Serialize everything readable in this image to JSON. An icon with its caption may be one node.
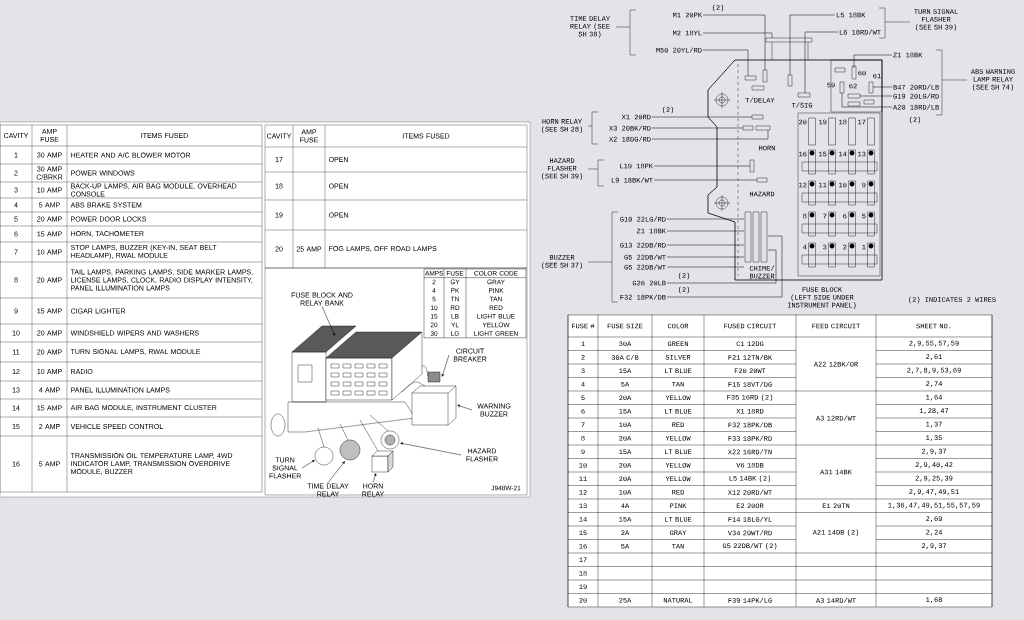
{
  "diagram": {
    "nodes": [
      {
        "text": [
          "FUSE BLOCK AND RELAY BANK"
        ]
      },
      {
        "text": [
          "CIRCUIT BREAKER"
        ]
      },
      {
        "text": [
          "WARNING BUZZER"
        ]
      },
      {
        "text": [
          "HAZARD FLASHER"
        ]
      },
      {
        "text": [
          "HORN RELAY"
        ]
      },
      {
        "text": [
          "TIME DELAY RELAY"
        ]
      },
      {
        "text": [
          "TURN SIGNAL FLASHER"
        ]
      },
      {
        "text": [
          "M1 20PK"
        ]
      },
      {
        "text": [
          "M2 18YL"
        ]
      },
      {
        "text": [
          "M50 20YL/RD"
        ]
      },
      {
        "text": [
          "L5 18BK"
        ]
      },
      {
        "text": [
          "L6 18RD/WT"
        ]
      },
      {
        "text": [
          "Z1 18BK"
        ]
      },
      {
        "text": [
          "B47 20RD/LB"
        ]
      },
      {
        "text": [
          "G19 20LG/RD"
        ]
      },
      {
        "text": [
          "A20 18RD/LB"
        ]
      },
      {
        "text": [
          "X1 20RD"
        ]
      },
      {
        "text": [
          "X3 20BK/RD"
        ]
      },
      {
        "text": [
          "X2 18DG/RD"
        ]
      },
      {
        "text": [
          "L19 18PK"
        ]
      },
      {
        "text": [
          "L9 18BK/WT"
        ]
      },
      {
        "text": [
          "G10 22LG/RD"
        ]
      },
      {
        "text": [
          "Z1 18BK"
        ]
      },
      {
        "text": [
          "G13 22DB/RD"
        ]
      },
      {
        "text": [
          "G5 22DB/WT"
        ]
      },
      {
        "text": [
          "G5 22DB/WT"
        ]
      },
      {
        "text": [
          "G26 20LB"
        ]
      },
      {
        "text": [
          "F32 18PK/DB"
        ]
      },
      {
        "text": [],
        "shape": "picture"
      },
      {
        "text": [
          "FUSE BLOCK (LEFT SIDE UNDER INSTRUMENT PANEL)"
        ]
      }
    ],
    "edges": [
      {
        "from": 0,
        "to": 28,
        "arrow": "to"
      },
      {
        "from": 1,
        "to": 28,
        "arrow": "to"
      },
      {
        "from": 2,
        "to": 28,
        "arrow": "to"
      },
      {
        "from": 3,
        "to": 28,
        "arrow": "to"
      },
      {
        "from": 4,
        "to": 28,
        "arrow": "to"
      },
      {
        "from": 5,
        "to": 28,
        "arrow": "to"
      },
      {
        "from": 6,
        "to": 28,
        "arrow": "to"
      },
      {
        "from": 7,
        "to": 29,
        "arrow": "none"
      },
      {
        "from": 8,
        "to": 29,
        "arrow": "none"
      },
      {
        "from": 9,
        "to": 29,
        "arrow": "none"
      },
      {
        "from": 10,
        "to": 29,
        "arrow": "none"
      },
      {
        "from": 11,
        "to": 29,
        "arrow": "none"
      },
      {
        "from": 12,
        "to": 29,
        "arrow": "none"
      },
      {
        "from": 13,
        "to": 29,
        "arrow": "none"
      },
      {
        "from": 14,
        "to": 29,
        "arrow": "none"
      },
      {
        "from": 15,
        "to": 29,
        "arrow": "none"
      },
      {
        "from": 16,
        "to": 29,
        "arrow": "none"
      },
      {
        "from": 17,
        "to": 29,
        "arrow": "none"
      },
      {
        "from": 18,
        "to": 29,
        "arrow": "none"
      },
      {
        "from": 19,
        "to": 29,
        "arrow": "none"
      },
      {
        "from": 20,
        "to": 29,
        "arrow": "none"
      },
      {
        "from": 21,
        "to": 29,
        "arrow": "none"
      },
      {
        "from": 22,
        "to": 29,
        "arrow": "none"
      },
      {
        "from": 23,
        "to": 29,
        "arrow": "none"
      },
      {
        "from": 24,
        "to": 29,
        "arrow": "none"
      },
      {
        "from": 25,
        "to": 29,
        "arrow": "none"
      },
      {
        "from": 26,
        "to": 29,
        "arrow": "none"
      },
      {
        "from": 27,
        "to": 29,
        "arrow": "none"
      }
    ],
    "labels": [
      "CAVITY",
      "AMP FUSE",
      "ITEMS FUSED",
      "1",
      "30 AMP",
      "HEATER AND A/C BLOWER MOTOR",
      "2",
      "30 AMP C/BRKR",
      "POWER WINDOWS",
      "3",
      "10 AMP",
      "BACK-UP LAMPS, AIR BAG MODULE, OVERHEAD CONSOLE",
      "4",
      "5 AMP",
      "ABS BRAKE SYSTEM",
      "5",
      "20 AMP",
      "POWER DOOR LOCKS",
      "6",
      "15 AMP",
      "HORN, TACHOMETER",
      "7",
      "10 AMP",
      "STOP LAMPS, BUZZER (KEY-IN, SEAT BELT HEADLAMP), RWAL MODULE",
      "8",
      "20 AMP",
      "TAIL LAMPS, PARKING LAMPS, SIDE MARKER LAMPS, LICENSE LAMPS, CLOCK, RADIO DISPLAY INTENSITY, PANEL ILLUMINATION LAMPS",
      "9",
      "15 AMP",
      "CIGAR LIGHTER",
      "10",
      "20 AMP",
      "WINDSHIELD WIPERS AND WASHERS",
      "11",
      "20 AMP",
      "TURN SIGNAL LAMPS, RWAL MODULE",
      "12",
      "10 AMP",
      "RADIO",
      "13",
      "4 AMP",
      "PANEL ILLUMINATION LAMPS",
      "14",
      "15 AMP",
      "AIR BAG MODULE, INSTRUMENT CLUSTER",
      "15",
      "2 AMP",
      "VEHICLE SPEED CONTROL",
      "16",
      "5 AMP",
      "TRANSMISSION OIL TEMPERATURE LAMP, 4WD INDICATOR LAMP, TRANSMISSION OVERDRIVE MODULE, BUZZER",
      "CAVITY",
      "AMP FUSE",
      "ITEMS FUSED",
      "17",
      "OPEN",
      "18",
      "OPEN",
      "19",
      "OPEN",
      "20",
      "25 AMP",
      "FOG LAMPS, OFF ROAD LAMPS",
      "AMPS",
      "FUSE",
      "COLOR CODE",
      "2",
      "GY",
      "GRAY",
      "4",
      "PK",
      "PINK",
      "5",
      "TN",
      "TAN",
      "10",
      "RD",
      "RED",
      "15",
      "LB",
      "LIGHT BLUE",
      "20",
      "YL",
      "YELLOW",
      "30",
      "LG",
      "LIGHT GREEN",
      "J948W-21",
      "TIME DELAY RELAY (SEE SH 38)",
      "(2)",
      "TURN SIGNAL FLASHER (SEE SH 39)",
      "ABS WARNING LAMP RELAY (SEE SH 74)",
      "(2)",
      "HORN RELAY (SEE SH 28)",
      "(2)",
      "HAZARD FLASHER (SEE SH 39)",
      "BUZZER (SEE SH 37)",
      "(2)",
      "(2)",
      "T/DELAY",
      "T/SIG",
      "60",
      "61",
      "59",
      "62",
      "HORN",
      "HAZARD",
      "CHIME/ BUZZER",
      "20",
      "19",
      "18",
      "17",
      "16",
      "15",
      "14",
      "13",
      "12",
      "11",
      "10",
      "9",
      "8",
      "7",
      "6",
      "5",
      "4",
      "3",
      "2",
      "1",
      "(2) INDICATES 2 WIRES",
      "FUSE #",
      "FUSE SIZE",
      "COLOR",
      "FUSED CIRCUIT",
      "FEED CIRCUIT",
      "SHEET NO.",
      "1",
      "30A",
      "GREEN",
      "C1 12DG",
      "A22 12BK/OR",
      "2,9,55,57,59",
      "2",
      "30A C/B",
      "SILVER",
      "F21 12TN/BK",
      "2,61",
      "3",
      "15A",
      "LT BLUE",
      "F20 20WT",
      "2,7,8,9,53,69",
      "4",
      "5A",
      "TAN",
      "F15 18VT/DG",
      "2,74",
      "5",
      "20A",
      "YELLOW",
      "F35 16RD (2)",
      "A3 12RD/WT",
      "1,64",
      "6",
      "15A",
      "LT BLUE",
      "X1 18RD",
      "1,28,47",
      "7",
      "10A",
      "RED",
      "F32 18PK/DB",
      "1,37",
      "8",
      "20A",
      "YELLOW",
      "F33 18PK/RD",
      "1,35",
      "9",
      "15A",
      "LT BLUE",
      "X22 16RD/TN",
      "A31 14BK",
      "2,9,37",
      "10",
      "20A",
      "YELLOW",
      "V6 18DB",
      "2,9,40,42",
      "11",
      "20A",
      "YELLOW",
      "L5 14BK (2)",
      "2,9,25,39",
      "12",
      "10A",
      "RED",
      "X12 20RD/WT",
      "2,9,47,49,51",
      "13",
      "4A",
      "PINK",
      "E2 20OR",
      "E1 20TN",
      "1,36,47,49,51,55,57,59",
      "14",
      "15A",
      "LT BLUE",
      "F14 18LG/YL",
      "A21 14DB (2)",
      "2,69",
      "15",
      "2A",
      "GRAY",
      "V34 20WT/RD",
      "2,24",
      "16",
      "5A",
      "TAN",
      "G5 22DB/WT (2)",
      "2,9,37",
      "17",
      "18",
      "19",
      "20",
      "25A",
      "NATURAL",
      "F39 14PK/LG",
      "A3 14RD/WT",
      "1,68"
    ]
  }
}
